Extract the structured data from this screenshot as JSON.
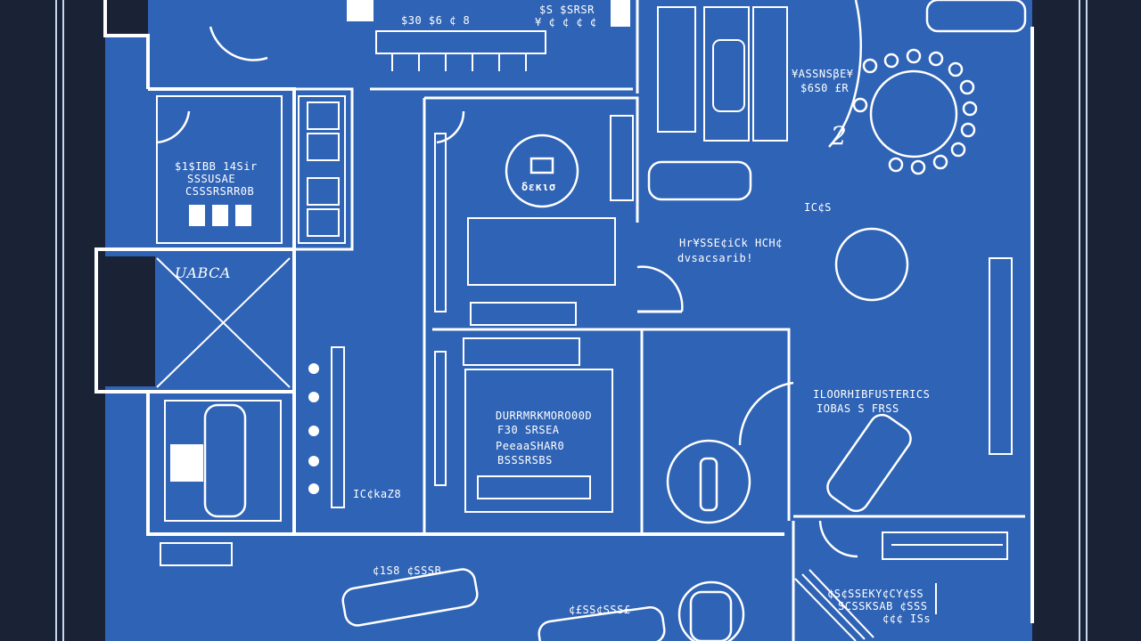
{
  "palette": {
    "background": "#1a2236",
    "blueprint": "#2f63b5",
    "line": "#ffffff"
  },
  "labels": {
    "top_center": "$30 $6 ¢ 8",
    "top_right": "$S $SRSR",
    "top_right_2": "¥ ¢ ¢ ¢ ¢",
    "left_room_1": "$1$IBB 14Sir",
    "left_room_2": "SSSUSAE",
    "left_room_3": "CSSSRSRR0B",
    "circle_label": "δεκισ",
    "cross_room": "UABCA",
    "center_right_1": "Hr¥SSE¢iCk HCH¢",
    "center_right_2": "dvsacsarib!",
    "right_side_1": "¥ASSNSβE¥",
    "right_side_2": "$6S0 £R",
    "round_table_num": "2",
    "car_label": "IC¢S",
    "mid_room_1": "DURRMRKMORO00D",
    "mid_room_2": "F30 SRSEA",
    "mid_room_3": "PeeaaSHAR0",
    "mid_room_4": "BSSSRSBS",
    "left_bottom": "IC¢kaZ8",
    "right_mid_1": "ILOORHIBFUSTERICS",
    "right_mid_2": "IOBAS S FRSS",
    "bottom_left": "¢1S8 ¢SSSB",
    "bottom_mid": "¢£SS¢SSS£",
    "bottom_right_1": "¢S¢SSEKY¢CY¢SS",
    "bottom_right_2": "SCSSKSAB ¢SSS",
    "bottom_right_3": "¢¢¢ ISs"
  }
}
